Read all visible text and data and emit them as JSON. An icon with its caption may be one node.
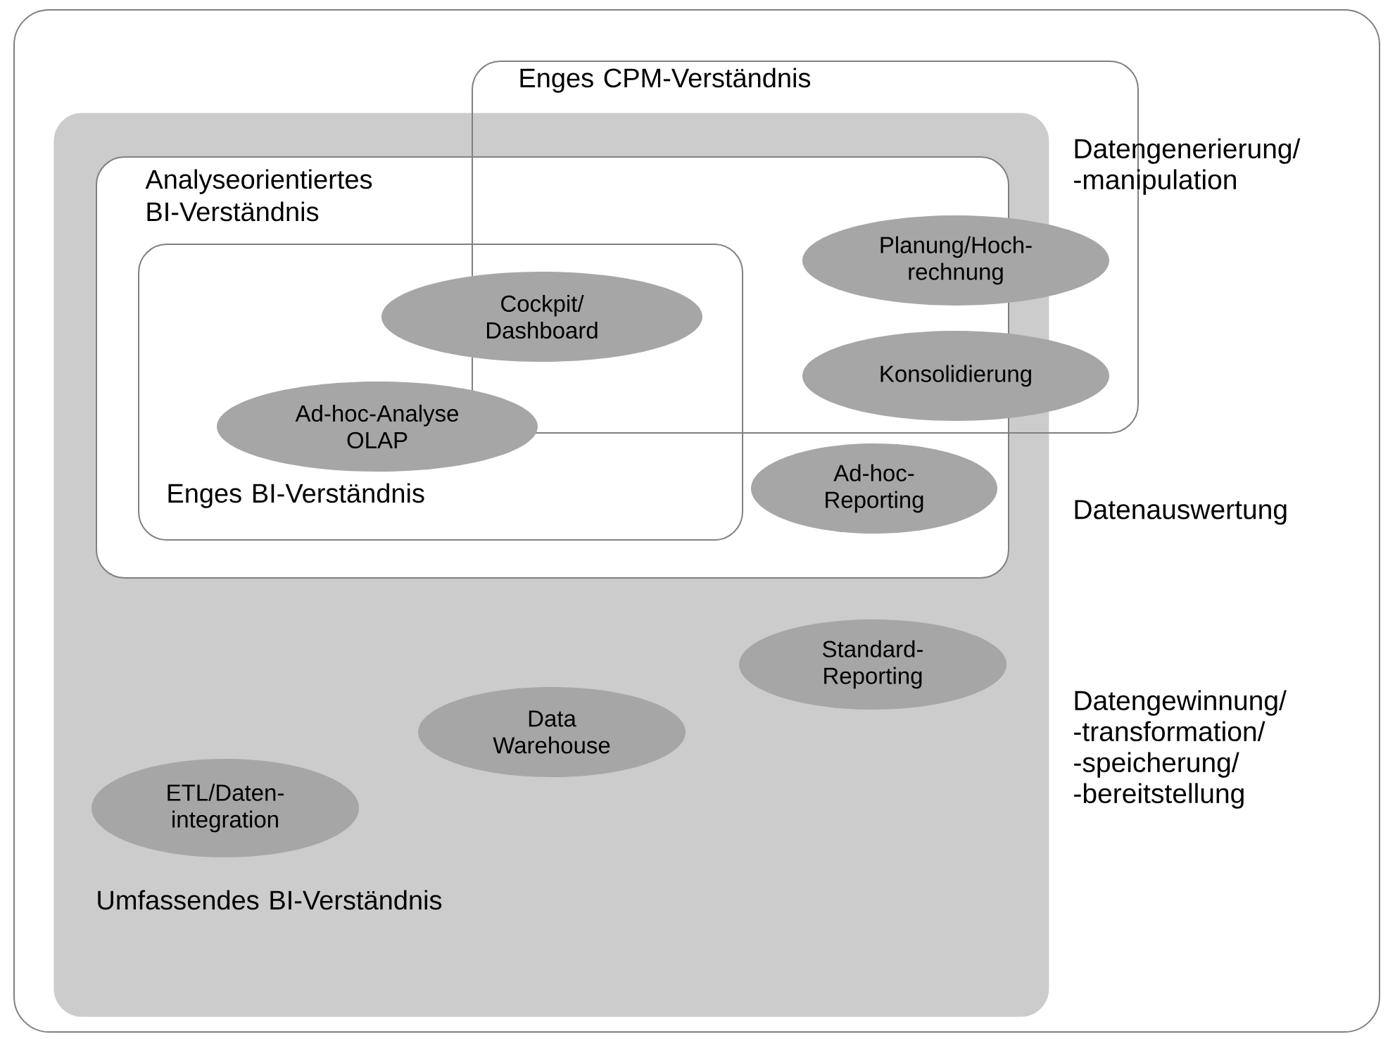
{
  "diagram": {
    "nodes": [
      {
        "text": [
          "Umfassendes BI-Verständnis"
        ]
      },
      {
        "text": [
          "Analyseorientiertes BI-Verständnis"
        ],
        "in": 0
      },
      {
        "text": [
          "Enges BI-Verständnis"
        ],
        "in": 1
      },
      {
        "text": [
          "Enges CPM-Verständnis"
        ]
      },
      {
        "text": [
          "Cockpit/ Dashboard"
        ],
        "in": 2
      },
      {
        "text": [
          "Ad-hoc-Analyse OLAP"
        ],
        "in": 2
      },
      {
        "text": [
          "Planung/Hoch- rechnung"
        ],
        "in": 3
      },
      {
        "text": [
          "Konsolidierung"
        ],
        "in": 3
      },
      {
        "text": [
          "Ad-hoc- Reporting"
        ],
        "in": 1
      },
      {
        "text": [
          "Standard- Reporting"
        ],
        "in": 0
      },
      {
        "text": [
          "Data Warehouse"
        ],
        "in": 0
      },
      {
        "text": [
          "ETL/Daten- integration"
        ],
        "in": 0
      }
    ],
    "labels": [
      "Datengenerierung/ -manipulation",
      "Datenauswertung",
      "Datengewinnung/ -transformation/ -speicherung/ -bereitstellung"
    ]
  }
}
